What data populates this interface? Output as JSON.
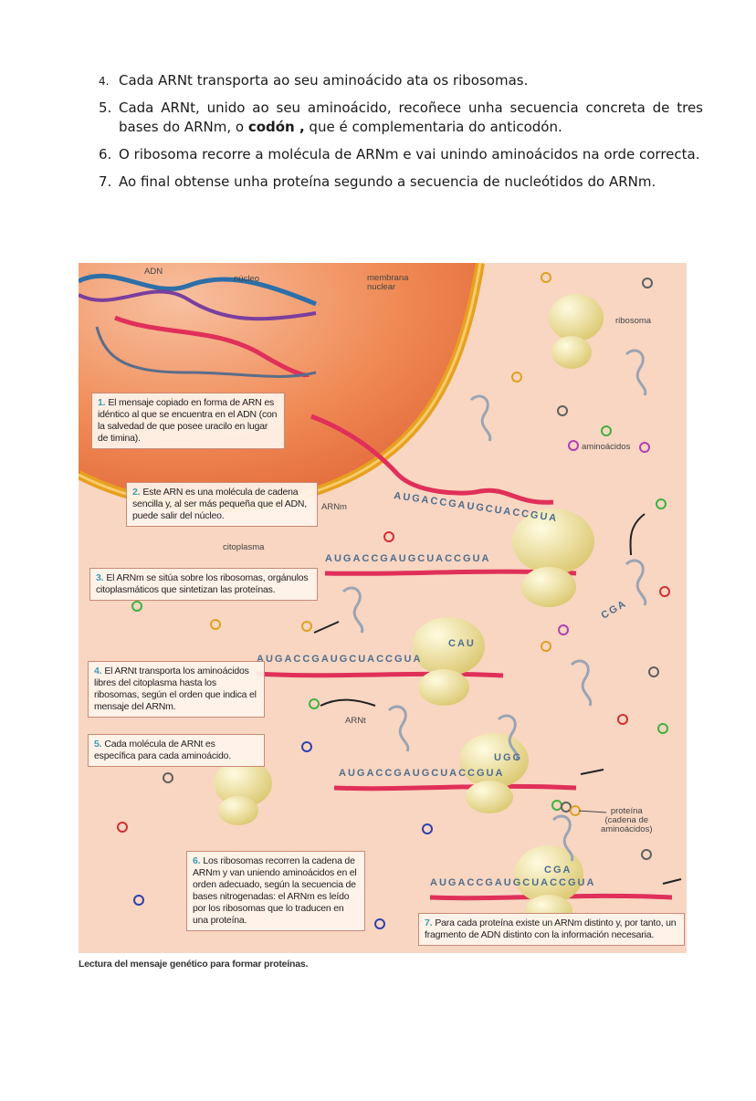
{
  "steps": [
    {
      "num": "4.",
      "text": "Cada ARNt transporta ao seu aminoácido ata os ribosomas."
    },
    {
      "num": "5.",
      "text_before": "Cada ARNt, unido ao seu aminoácido, recoñece unha secuencia concreta de tres bases do ARNm, o ",
      "bold": "codón ,",
      "text_after": " que é complementaria do anticodón."
    },
    {
      "num": "6.",
      "text": "O ribosoma recorre a molécula de ARNm e vai unindo aminoácidos na orde correcta."
    },
    {
      "num": "7.",
      "text": "Ao final obtense unha proteína segundo a secuencia de nucleótidos do ARNm."
    }
  ],
  "figure": {
    "labels": {
      "adn": "ADN",
      "nucleo": "núcleo",
      "membrana": "membrana\nnuclear",
      "ribosoma": "ribosoma",
      "aminoacidos": "aminoácidos",
      "arnm": "ARNm",
      "citoplasma": "citoplasma",
      "arnt": "ARNt",
      "proteina": "proteína\n(cadena de\naminoácidos)"
    },
    "boxes": [
      {
        "num": "1.",
        "text": "El mensaje copiado en forma de ARN es idéntico al que se encuentra en el ADN (con la salvedad de que posee uracilo en lugar de timina)."
      },
      {
        "num": "2.",
        "text": "Este ARN es una molécula de cadena sencilla y, al ser más pequeña que el ADN, puede salir del núcleo."
      },
      {
        "num": "3.",
        "text": "El ARNm se sitúa sobre los ribosomas, orgánulos citoplasmáticos que sintetizan las proteínas."
      },
      {
        "num": "4.",
        "text": "El ARNt transporta los aminoácidos libres del citoplasma hasta los ribosomas, según el orden que indica el mensaje del ARNm."
      },
      {
        "num": "5.",
        "text": "Cada molécula de ARNt es específica para cada aminoácido."
      },
      {
        "num": "6.",
        "text": "Los ribosomas recorren la cadena de ARNm y van uniendo aminoácidos en el orden adecuado, según la secuencia de bases nitrogenadas: el ARNm es leído por los ribosomas que lo traducen en una proteína."
      },
      {
        "num": "7.",
        "text": "Para cada proteína existe un ARNm distinto y, por tanto, un fragmento de ADN distinto con la información necesaria."
      }
    ],
    "sequences": {
      "exiting": "AUGACCGAUGCUACCGUA",
      "s3": "AUGACCGAUGCUACCGUA",
      "s4": "AUGACCGAUGCUACCGUA",
      "s5": "AUGACCGAUGCUACCGUA",
      "s6": "AUGACCGAUGCUACCGUA",
      "anticodon_cga": "CGA",
      "anticodon_cau": "CAU",
      "anticodon_ugg": "UGG",
      "anticodon_cgu": "CGA"
    },
    "colors": {
      "nucleus": "#f08a55",
      "membrane": "#e8a020",
      "cytoplasm": "#f8d8c4",
      "mrna": "#e0305a",
      "ribosome": "#efe3a0",
      "trna": "#9aa4b4"
    }
  },
  "caption": "Lectura del mensaje genético para formar proteínas."
}
